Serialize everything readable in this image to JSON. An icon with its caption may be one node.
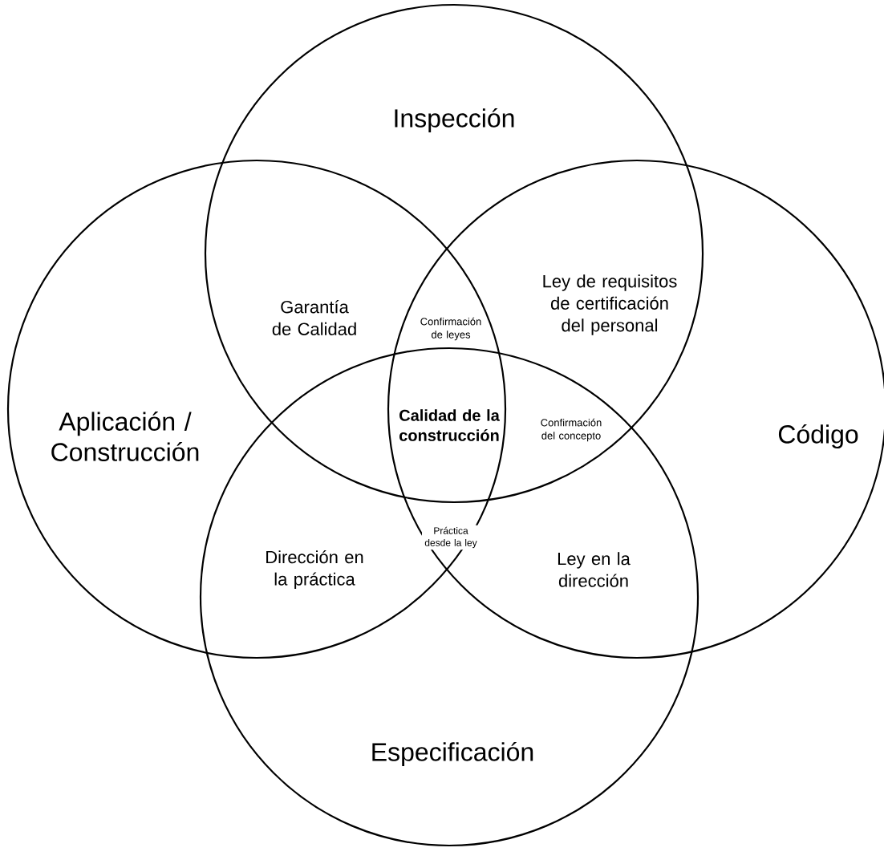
{
  "diagram": {
    "nodes": [
      {
        "text": [
          "Inspección"
        ]
      },
      {
        "text": [
          "Aplicación / Construcción"
        ]
      },
      {
        "text": [
          "Código"
        ]
      },
      {
        "text": [
          "Especificación"
        ]
      }
    ],
    "labels": [
      "Garantía de Calidad",
      "Ley de requisitos de certificación del personal",
      "Confirmación de leyes",
      "Calidad de la construcción",
      "Confirmación del concepto",
      "Práctica desde la ley",
      "Dirección en la práctica",
      "Ley en la dirección"
    ]
  }
}
